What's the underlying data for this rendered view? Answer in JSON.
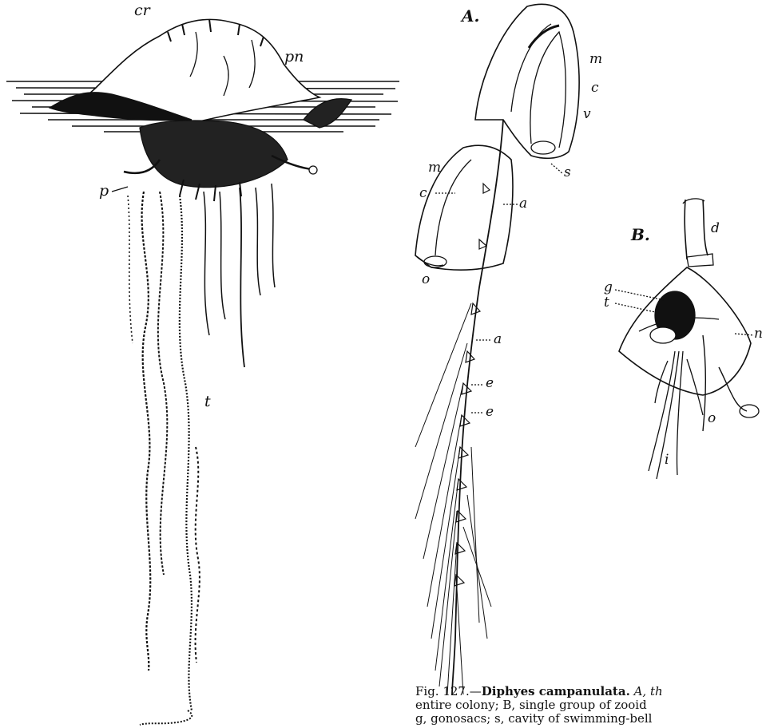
{
  "figure_a_labels": {
    "cr": "cr",
    "pn": "pn",
    "p": "p",
    "t": "t"
  },
  "figure_b_labels": {
    "A": "A.",
    "m1": "m",
    "c1": "c",
    "v": "v",
    "s": "s",
    "m2": "m",
    "c2": "c",
    "a1": "a",
    "o": "o",
    "a2": "a",
    "e1": "e",
    "e2": "e"
  },
  "figure_c_labels": {
    "B": "B.",
    "d": "d",
    "g": "g",
    "t": "t",
    "n": "n",
    "o": "o",
    "i": "i"
  },
  "caption": {
    "fig_no": "Fig. 127.—",
    "title": "Diphyes campanulata.",
    "line1_rest": " A, th",
    "line2": "entire colony; B, single group of zooid",
    "line3": "g, gonosacs; s, cavity of swimming-bell"
  }
}
